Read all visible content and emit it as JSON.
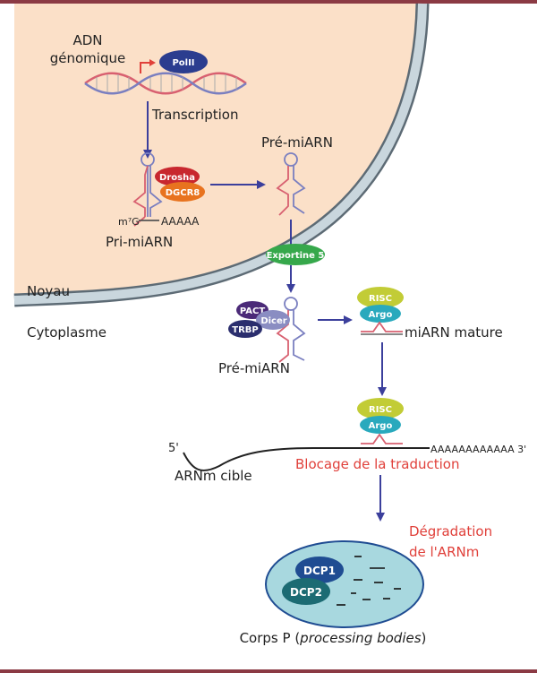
{
  "nucleus": {
    "dna_label_1": "ADN",
    "dna_label_2": "génomique",
    "polymerase": "PolII",
    "transcription": "Transcription",
    "drosha": "Drosha",
    "dgcr8": "DGCR8",
    "cap": "m⁷G",
    "polya": "AAAAA",
    "pri_mirna": "Pri-miARN",
    "pre_mirna_nucleus": "Pré-miARN",
    "exportin": "Exportine 5",
    "compartment": "Noyau"
  },
  "cytoplasm": {
    "compartment": "Cytoplasme",
    "pact": "PACT",
    "trbp": "TRBP",
    "dicer": "Dicer",
    "pre_mirna": "Pré-miARN",
    "risc": "RISC",
    "argo": "Argo",
    "mature": "miARN mature",
    "five_prime": "5'",
    "target_tail": "AAAAAAAAAAAA 3'",
    "target_label": "ARNm cible",
    "blocking": "Blocage de la traduction",
    "degradation_1": "Dégradation",
    "degradation_2": "de l'ARNm",
    "dcp1": "DCP1",
    "dcp2": "DCP2",
    "pbody_label": "Corps P (",
    "pbody_italic": "processing bodies",
    "pbody_close": ")"
  },
  "colors": {
    "nucleus_fill": "#fbe0c8",
    "membrane": "#8aa0ac",
    "arrow": "#3b3f9c",
    "red_text": "#e0403a",
    "polii": "#2b3d8f",
    "drosha": "#c8272e",
    "dgcr8": "#e8731f",
    "exportin": "#36a84b",
    "pact": "#4b2a78",
    "trbp": "#2b2e6e",
    "dicer": "#8a8dc2",
    "risc": "#c2cc36",
    "argo": "#29a9bd",
    "dcp1": "#1f4c92",
    "dcp2": "#1c6b73",
    "pbody": "#a8d8df"
  }
}
